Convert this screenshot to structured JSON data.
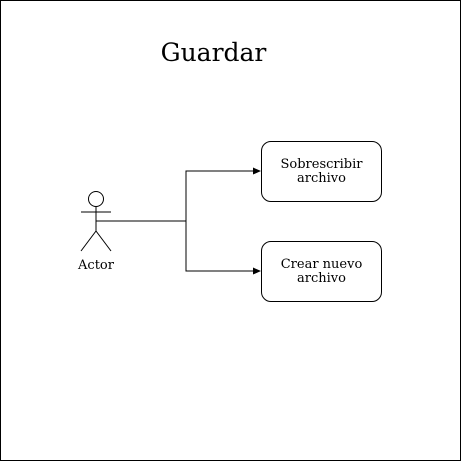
{
  "diagram": {
    "title": "Guardar",
    "actor": {
      "label": "Actor"
    },
    "use_cases": [
      {
        "id": "overwrite",
        "label": "Sobrescribir archivo"
      },
      {
        "id": "create",
        "label": "Crear nuevo archivo"
      }
    ],
    "connections": [
      {
        "from": "actor",
        "to": "overwrite",
        "arrow": "filled"
      },
      {
        "from": "actor",
        "to": "create",
        "arrow": "filled"
      }
    ],
    "colors": {
      "stroke": "#000000",
      "background": "#ffffff"
    }
  }
}
